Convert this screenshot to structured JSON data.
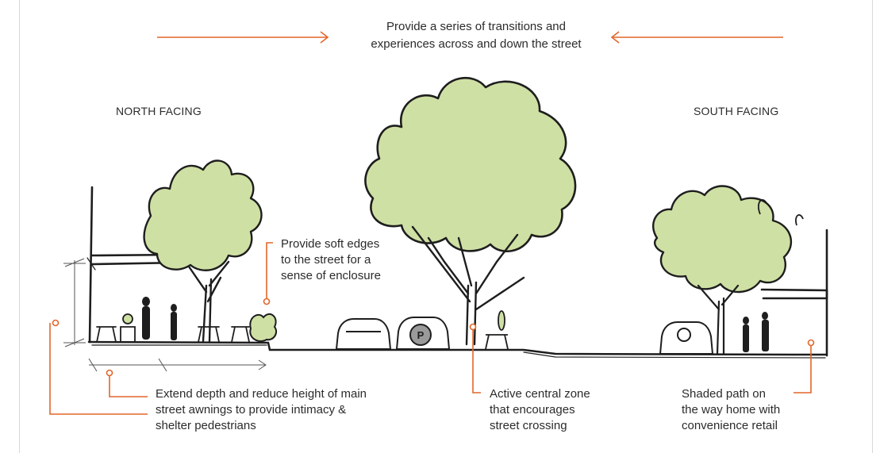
{
  "header": {
    "line1": "Provide a series of transitions and",
    "line2": "experiences across and down the street"
  },
  "labels": {
    "north": "NORTH FACING",
    "south": "SOUTH FACING"
  },
  "annotations": {
    "soft_edges": "Provide soft edges\nto the street for a\nsense of enclosure",
    "awnings": "Extend depth and reduce height of main\nstreet awnings to provide intimacy &\nshelter pedestrians",
    "central_zone": "Active central zone\nthat encourages\nstreet crossing",
    "shaded_path": "Shaded path on\nthe way home with\nconvenience retail"
  },
  "parking_badge": "P",
  "colors": {
    "accent": "#e2672a",
    "foliage": "#cfe0a4",
    "ink": "#1e1e1e"
  }
}
